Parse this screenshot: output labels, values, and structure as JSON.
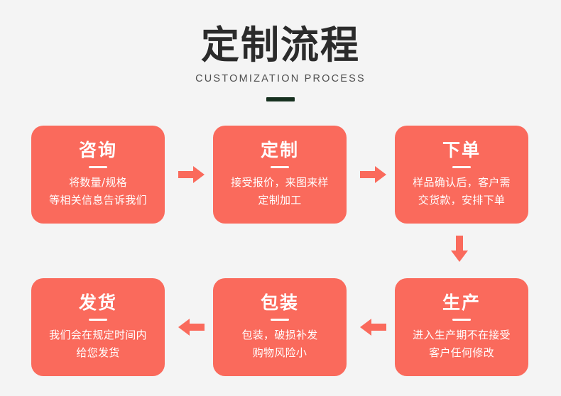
{
  "header": {
    "title": "定制流程",
    "subtitle": "CUSTOMIZATION PROCESS"
  },
  "theme": {
    "background": "#f4f4f4",
    "card_color": "#fa6a5c",
    "arrow_color": "#fa6a5c",
    "title_color": "#2b2b2b",
    "rule_color": "#16301f",
    "card_text_color": "#ffffff"
  },
  "steps": [
    {
      "index": 1,
      "title": "咨询",
      "lines": [
        "将数量/规格",
        "等相关信息告诉我们"
      ]
    },
    {
      "index": 2,
      "title": "定制",
      "lines": [
        "接受报价，来图来样",
        "定制加工"
      ]
    },
    {
      "index": 3,
      "title": "下单",
      "lines": [
        "样品确认后，客户需",
        "交货款，安排下单"
      ]
    },
    {
      "index": 4,
      "title": "生产",
      "lines": [
        "进入生产期不在接受",
        "客户任何修改"
      ]
    },
    {
      "index": 5,
      "title": "包装",
      "lines": [
        "包装，破损补发",
        "购物风险小"
      ]
    },
    {
      "index": 6,
      "title": "发货",
      "lines": [
        "我们会在规定时间内",
        "给您发货"
      ]
    }
  ],
  "arrows": [
    {
      "id": 1,
      "direction": "right",
      "from": "咨询",
      "to": "定制"
    },
    {
      "id": 2,
      "direction": "right",
      "from": "定制",
      "to": "下单"
    },
    {
      "id": 3,
      "direction": "down",
      "from": "下单",
      "to": "生产"
    },
    {
      "id": 4,
      "direction": "left",
      "from": "生产",
      "to": "包装"
    },
    {
      "id": 5,
      "direction": "left",
      "from": "包装",
      "to": "发货"
    }
  ]
}
